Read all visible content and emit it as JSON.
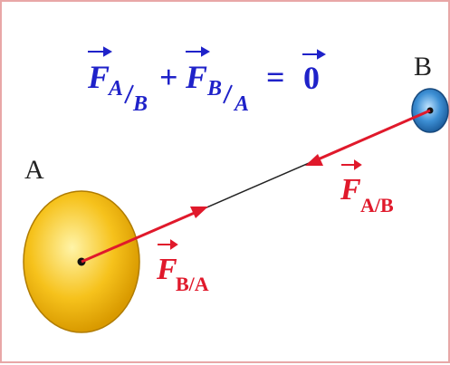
{
  "equation": {
    "f1_symbol": "F",
    "f1_subscript_top": "A",
    "f1_subscript_bottom": "B",
    "plus": "+",
    "f2_symbol": "F",
    "f2_subscript_top": "B",
    "f2_subscript_bottom": "A",
    "equals": "=",
    "zero": "0",
    "color": "#1f22c9"
  },
  "bodies": {
    "a": {
      "label": "A",
      "fill": "#f6c21c"
    },
    "b": {
      "label": "B",
      "fill": "#2f7fc4"
    }
  },
  "forces": {
    "on_b_by_a": {
      "symbol": "F",
      "subscript": "B/A"
    },
    "on_a_by_b": {
      "symbol": "F",
      "subscript": "A/B"
    },
    "color": "#e0192b"
  }
}
